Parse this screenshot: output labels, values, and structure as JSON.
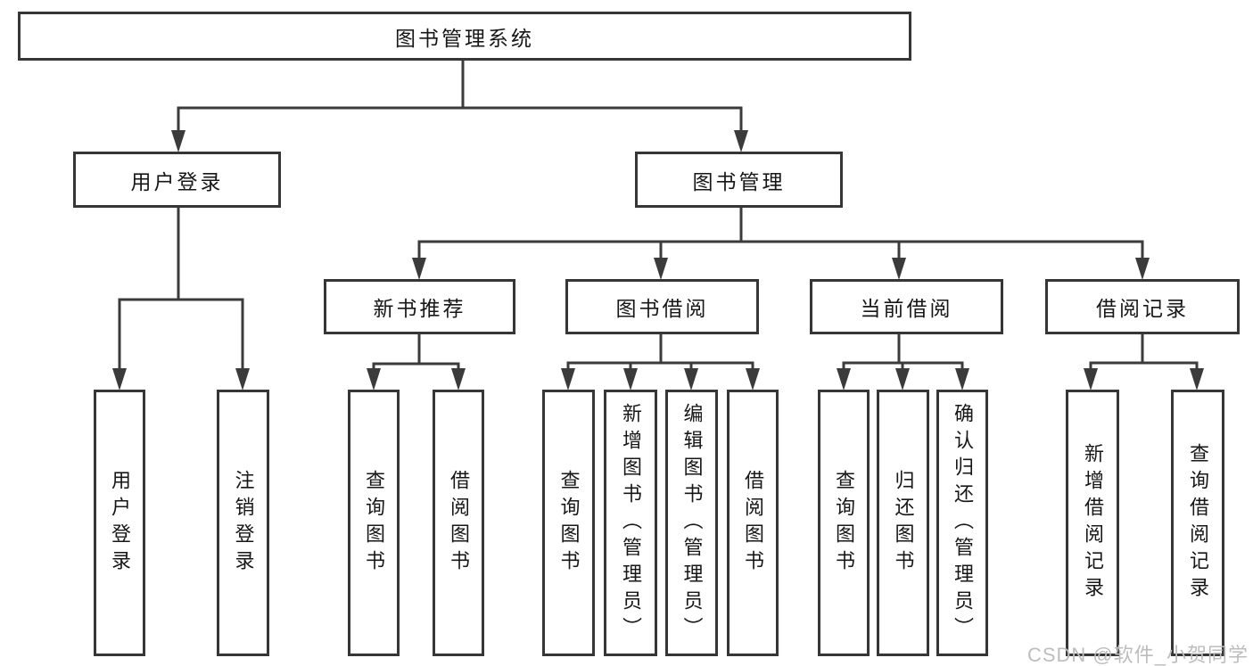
{
  "diagram_type": "tree",
  "root": {
    "label": "图书管理系统"
  },
  "level2": [
    {
      "id": "user-login",
      "label": "用户登录"
    },
    {
      "id": "book-management",
      "label": "图书管理"
    }
  ],
  "level3": [
    {
      "id": "new-book-recommend",
      "label": "新书推荐",
      "parent": "图书管理"
    },
    {
      "id": "book-borrow",
      "label": "图书借阅",
      "parent": "图书管理"
    },
    {
      "id": "current-borrow",
      "label": "当前借阅",
      "parent": "图书管理"
    },
    {
      "id": "borrow-records",
      "label": "借阅记录",
      "parent": "图书管理"
    }
  ],
  "leaves": {
    "user_login": [
      {
        "label": "用户登录"
      },
      {
        "label": "注销登录"
      }
    ],
    "new_book_recommend": [
      {
        "label": "查询图书"
      },
      {
        "label": "借阅图书"
      }
    ],
    "book_borrow": [
      {
        "label": "查询图书"
      },
      {
        "label": "新增图书（管理员）"
      },
      {
        "label": "编辑图书（管理员）"
      },
      {
        "label": "借阅图书"
      }
    ],
    "current_borrow": [
      {
        "label": "查询图书"
      },
      {
        "label": "归还图书"
      },
      {
        "label": "确认归还（管理员）"
      }
    ],
    "borrow_records": [
      {
        "label": "新增借阅记录"
      },
      {
        "label": "查询借阅记录"
      }
    ]
  },
  "watermark": "CSDN @软件_小贺同学",
  "colors": {
    "line": "#3b3b3b",
    "box_border": "#363636",
    "box_fill": "#ffffff",
    "text": "#171717",
    "watermark": "#bdbdbd"
  }
}
